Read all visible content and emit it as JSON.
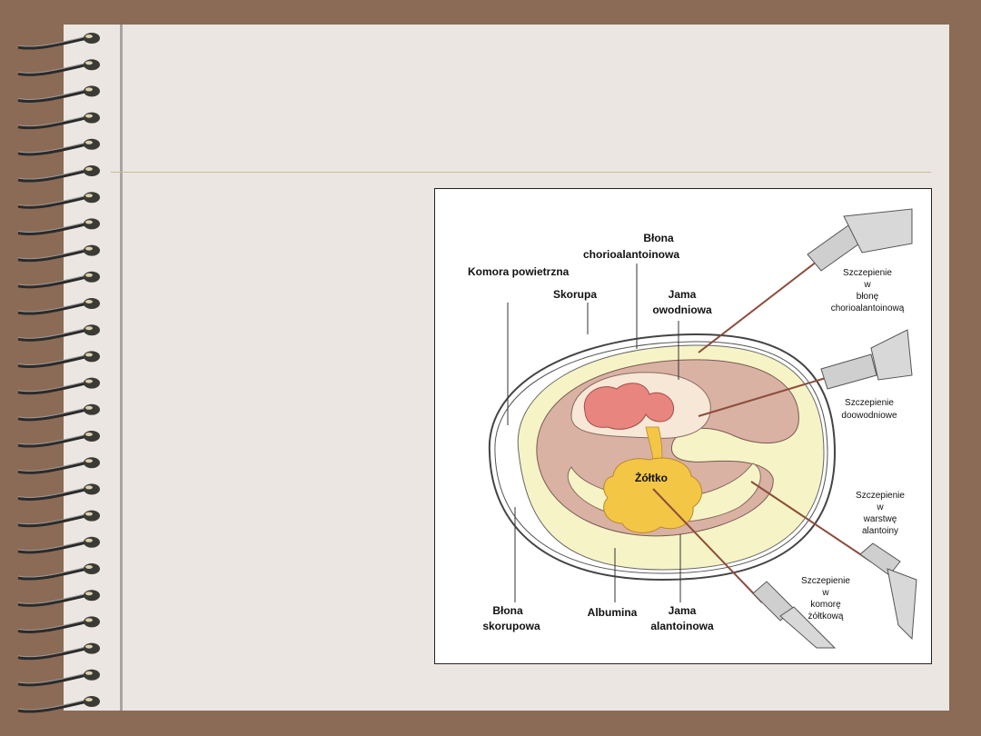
{
  "slide": {
    "colors": {
      "background": "#8b6b55",
      "page": "#ebe6e1",
      "accent_rule": "#c9b99a"
    }
  },
  "diagram": {
    "labels": {
      "blona_chorioalantoinowa": [
        "Błona",
        "chorioalantoinowa"
      ],
      "komora_powietrzna": "Komora powietrzna",
      "skorupa": "Skorupa",
      "jama_owodniowa": [
        "Jama",
        "owodniowa"
      ],
      "zoltko": "Żółtko",
      "blona_skorupowa": [
        "Błona",
        "skorupowa"
      ],
      "albumina": "Albumina",
      "jama_alantoinowa": [
        "Jama",
        "alantoinowa"
      ]
    },
    "injections": {
      "chorioalantoic": [
        "Szczepienie",
        "w",
        "błonę",
        "chorioalantoinową"
      ],
      "amniotic": [
        "Szczepienie",
        "doowodniowe"
      ],
      "allantoic": [
        "Szczepienie",
        "w",
        "warstwę",
        "alantoiny"
      ],
      "yolk": [
        "Szczepienie",
        "w",
        "komorę",
        "żółtkową"
      ]
    },
    "colors": {
      "albumen": "#f6f4c6",
      "membrane": "#d9b2a4",
      "amnion": "#f7e7d7",
      "embryo": "#e8857e",
      "yolk": "#f3c646",
      "needle": "#8c4d3c"
    }
  }
}
